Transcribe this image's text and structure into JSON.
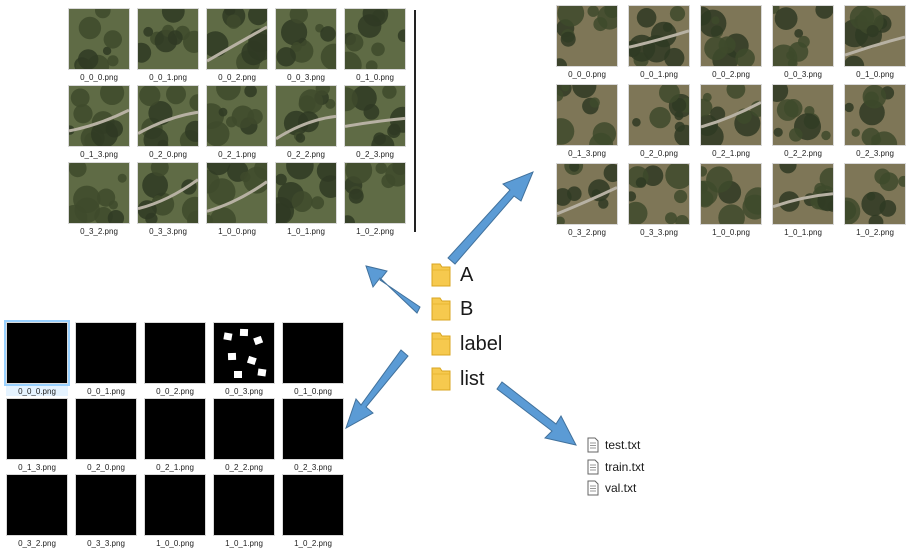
{
  "folders": [
    {
      "label": "A"
    },
    {
      "label": "B"
    },
    {
      "label": "label"
    },
    {
      "label": "list"
    }
  ],
  "files": [
    {
      "label": "test.txt"
    },
    {
      "label": "train.txt"
    },
    {
      "label": "val.txt"
    }
  ],
  "gallery_a": {
    "tiles": [
      "0_0_0.png",
      "0_0_1.png",
      "0_0_2.png",
      "0_0_3.png",
      "0_1_0.png",
      "0_1_3.png",
      "0_2_0.png",
      "0_2_1.png",
      "0_2_2.png",
      "0_2_3.png",
      "0_3_2.png",
      "0_3_3.png",
      "1_0_0.png",
      "1_0_1.png",
      "1_0_2.png"
    ]
  },
  "gallery_b": {
    "tiles": [
      "0_0_0.png",
      "0_0_1.png",
      "0_0_2.png",
      "0_0_3.png",
      "0_1_0.png",
      "0_1_3.png",
      "0_2_0.png",
      "0_2_1.png",
      "0_2_2.png",
      "0_2_3.png",
      "0_3_2.png",
      "0_3_3.png",
      "1_0_0.png",
      "1_0_1.png",
      "1_0_2.png"
    ]
  },
  "gallery_label": {
    "tiles": [
      "0_0_0.png",
      "0_0_1.png",
      "0_0_2.png",
      "0_0_3.png",
      "0_1_0.png",
      "0_1_3.png",
      "0_2_0.png",
      "0_2_1.png",
      "0_2_2.png",
      "0_2_3.png",
      "0_3_2.png",
      "0_3_3.png",
      "1_0_0.png",
      "1_0_1.png",
      "1_0_2.png"
    ],
    "selected_index": 0
  },
  "colors": {
    "arrow": "#5b9bd5",
    "folder": "#f6c94e",
    "aerial_dark": "#2f3a23",
    "aerial_light": "#8a7f5a",
    "mask": "#000000"
  }
}
